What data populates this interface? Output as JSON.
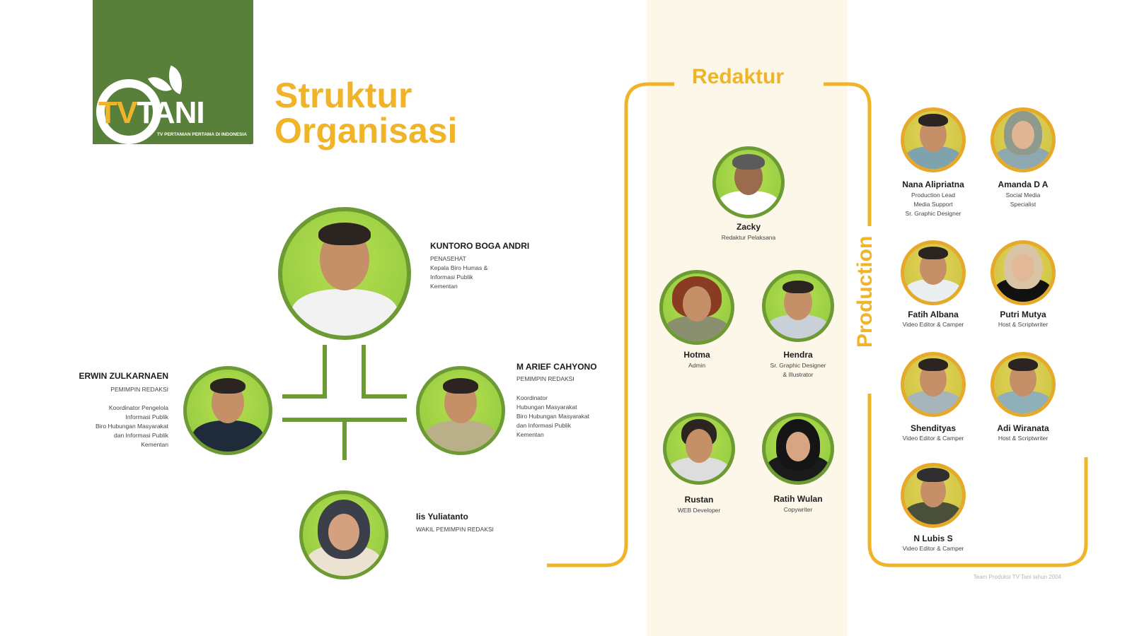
{
  "logo": {
    "tv": "TV",
    "tani": "TANI",
    "tagline": "TV PERTANIAN PERTAMA DI INDONESIA"
  },
  "title": "Struktur\nOrganisasi",
  "sections": {
    "redaktur": "Redaktur",
    "production": "Production"
  },
  "leaders": [
    {
      "id": "kuntoro",
      "name": "KUNTORO BOGA ANDRI",
      "title": "PENASEHAT",
      "desc": "Kepala Biro Humas &\nInformasi Publik\nKementan"
    },
    {
      "id": "erwin",
      "name": "ERWIN ZULKARNAEN",
      "title": "PEMIMPIN REDAKSI",
      "desc": "Koordinator Pengelola\nInformasi Publik\nBiro Hubungan Masyarakat\ndan Informasi Publik\nKementan"
    },
    {
      "id": "arief",
      "name": "M ARIEF CAHYONO",
      "title": "PEMIMPIN REDAKSI",
      "desc": "Koordinator\nHubungan Masyarakat\nBiro Hubungan Masyarakat\ndan Informasi Publik\nKementan"
    },
    {
      "id": "iis",
      "name": "Iis Yuliatanto",
      "title": "WAKIL PEMIMPIN REDAKSI"
    }
  ],
  "redaktur_members": [
    {
      "name": "Zacky",
      "role": "Redaktur Pelaksana"
    },
    {
      "name": "Hotma",
      "role": "Admin"
    },
    {
      "name": "Hendra",
      "role": "Sr. Graphic Designer\n& Illustrator"
    },
    {
      "name": "Rustan",
      "role": "WEB Developer"
    },
    {
      "name": "Ratih Wulan",
      "role": "Copywriter"
    }
  ],
  "production_members": [
    {
      "name": "Nana Alipriatna",
      "role": "Production Lead\nMedia Support\nSr. Graphic Designer"
    },
    {
      "name": "Amanda D A",
      "role": "Social Media\nSpecialist"
    },
    {
      "name": "Fatih Albana",
      "role": "Video Editor & Camper"
    },
    {
      "name": "Putri Mutya",
      "role": "Host & Scriptwriter"
    },
    {
      "name": "Shendityas",
      "role": "Video Editor & Camper"
    },
    {
      "name": "Adi Wiranata",
      "role": "Host & Scriptwriter"
    },
    {
      "name": "N Lubis S",
      "role": "Video Editor & Camper"
    }
  ],
  "credit": "Team Produksi TV Tani tahun 2004",
  "colors": {
    "accent": "#f0b429",
    "brand_green": "#58803a",
    "ring_green": "#6d9b33",
    "ring_gold": "#e6a92a",
    "band": "#fcf7e8"
  },
  "icons": [
    "leaf-icon"
  ]
}
